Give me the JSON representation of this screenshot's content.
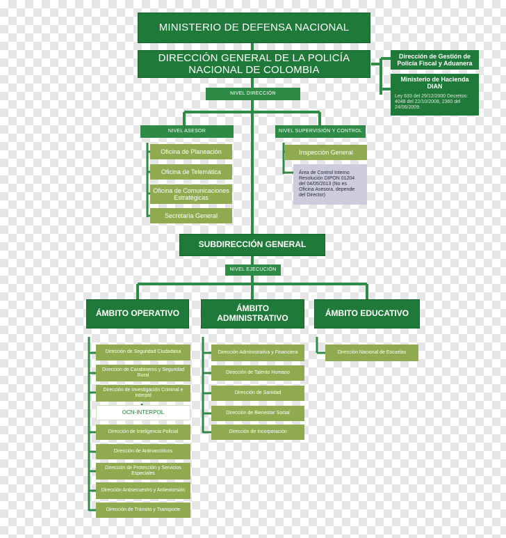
{
  "top": {
    "ministerio": "MINISTERIO DE DEFENSA NACIONAL",
    "direccion": "DIRECCIÓN GENERAL DE LA POLICÍA NACIONAL DE COLOMBIA",
    "subdireccion": "SUBDIRECCIÓN GENERAL"
  },
  "tags": {
    "nivel_direccion": "NIVEL DIRECCIÓN",
    "nivel_asesor": "NIVEL ASESOR",
    "nivel_supervision": "NIVEL SUPERVISIÓN Y CONTROL",
    "nivel_ejecucion": "NIVEL EJECUCIÓN"
  },
  "side": {
    "gestion": "Dirección de Gestión de Policía Fiscal y Aduanera",
    "hacienda": "Ministerio de Hacienda DIAN",
    "note": "Ley 633 del 29/12/2000 Decretos: 4048 del 22/10/2008, 2360 del 24/06/2009."
  },
  "asesor": {
    "items": [
      "Oficina de Planeación",
      "Oficina de Telemática",
      "Oficina de Comunicaciones Estratégicas",
      "Secretaría General"
    ]
  },
  "supervision": {
    "inspeccion": "Inspección General",
    "note": "Área de Control Interno Resolución DIPON 01204 del 04/05/2013 (No es Oficina Asesora, depende del Director)"
  },
  "ambitos": {
    "operativo": {
      "title": "ÁMBITO OPERATIVO",
      "items": [
        "Dirección de Seguridad Ciudadana",
        "Dirección de Carabineros y Seguridad Rural",
        "Dirección de Investigación Criminal e Interpol",
        "OCN-INTERPOL",
        "Dirección de Inteligencia Policial",
        "Dirección de Antinarcóticos",
        "Dirección de Protección y Servicios Especiales",
        "Dirección Antisecuestro y Antiextorsión",
        "Dirección de Tránsito y Transporte"
      ]
    },
    "administrativo": {
      "title": "ÁMBITO ADMINISTRATIVO",
      "items": [
        "Dirección Administrativa y Financiera",
        "Dirección de Talento Humano",
        "Dirección de Sanidad",
        "Dirección de Bienestar Social",
        "Dirección de Incorporación"
      ]
    },
    "educativo": {
      "title": "ÁMBITO EDUCATIVO",
      "items": [
        "Dirección Nacional de Escuelas"
      ]
    }
  },
  "colors": {
    "dark_green": "#1f7a3a",
    "line_green": "#2e8b46",
    "olive": "#8faa4f",
    "lavender": "#ccccdc"
  }
}
